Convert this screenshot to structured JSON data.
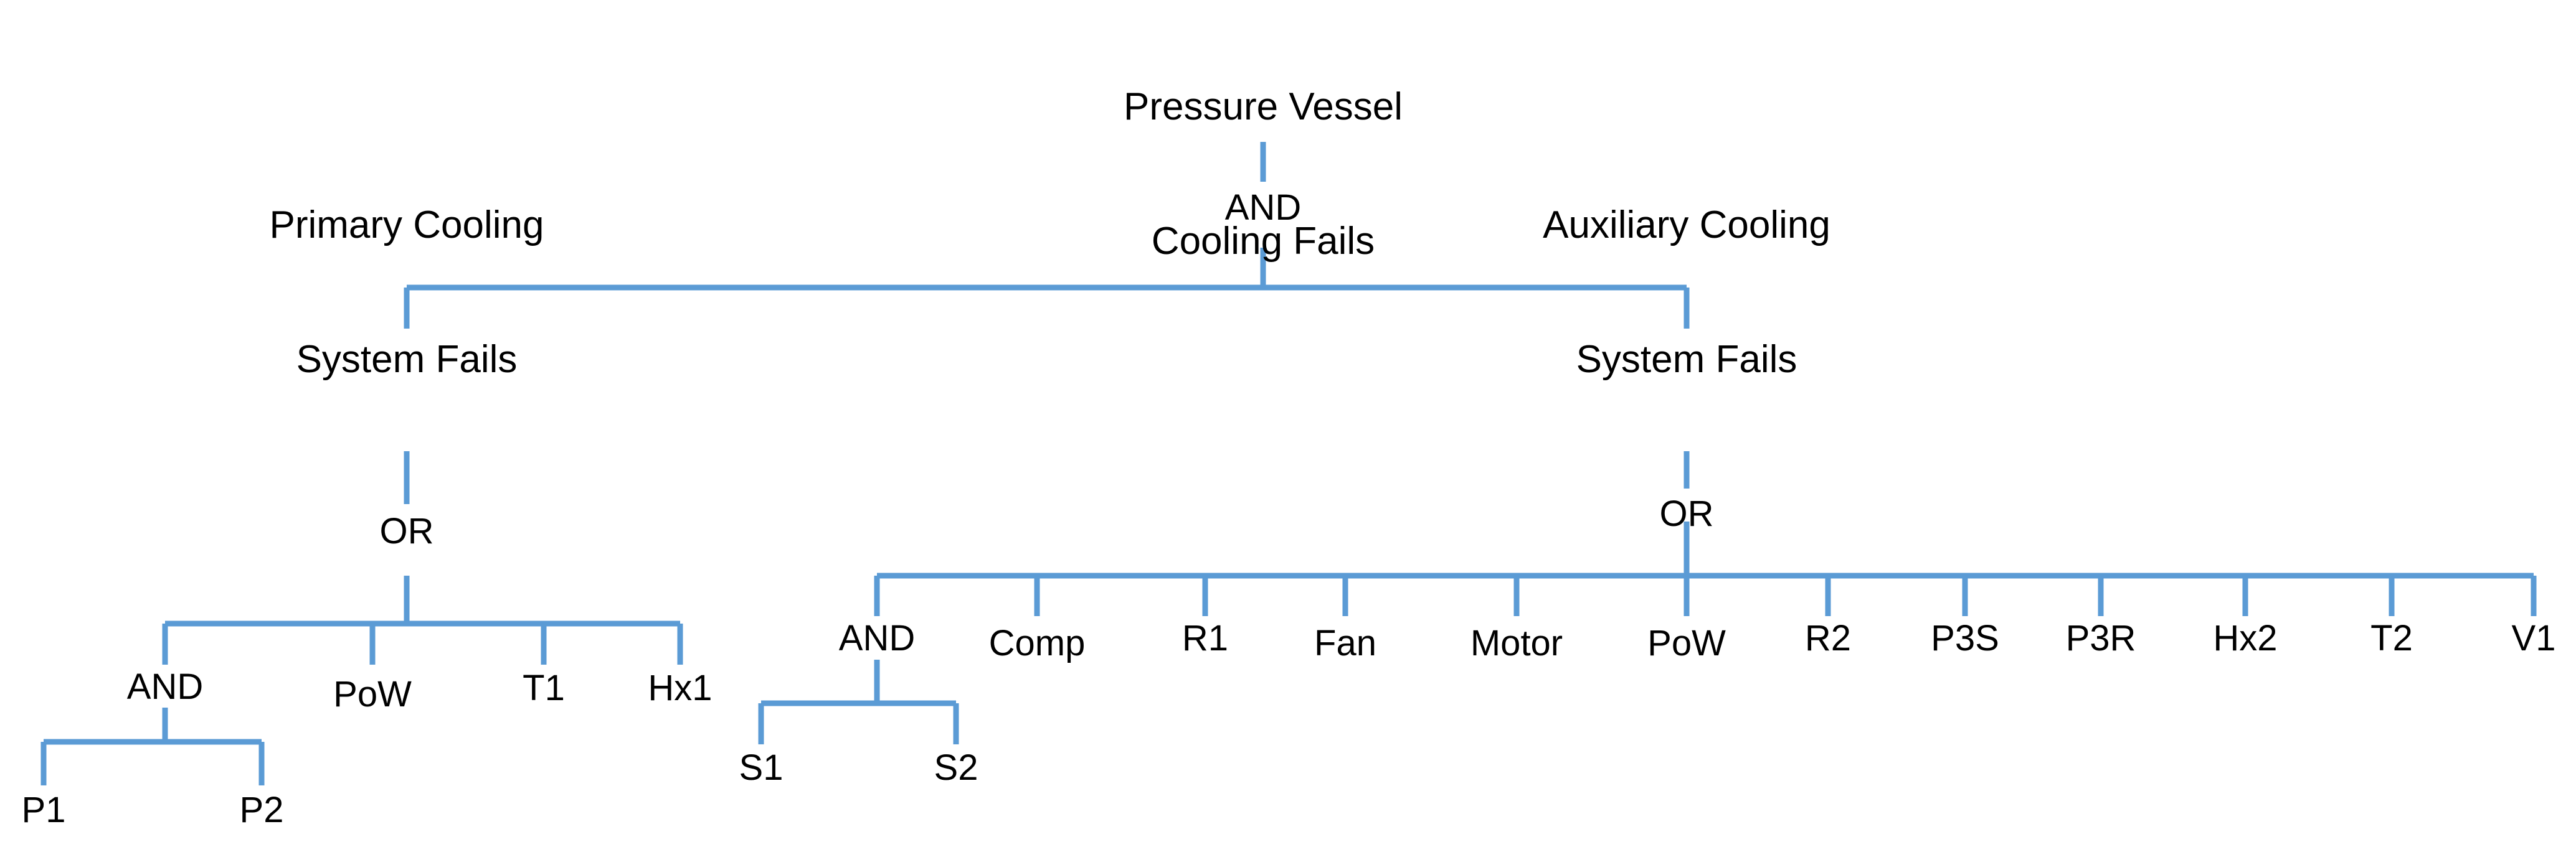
{
  "diagram": {
    "title": "Pressure Vessel Cooling Fails Fault Tree",
    "line_color": "#5B9BD5",
    "text_color": "#000000",
    "background": "#FFFFFF"
  },
  "nodes": {
    "top_event": "Pressure Vessel\nCooling Fails",
    "top_gate": "AND",
    "primary_branch": {
      "label": "Primary Cooling\nSystem Fails",
      "gate": "OR",
      "children": [
        {
          "label": "AND",
          "type": "gate"
        },
        {
          "label": "PoW",
          "type": "basic"
        },
        {
          "label": "T1",
          "type": "basic"
        },
        {
          "label": "Hx1",
          "type": "basic"
        }
      ],
      "and_children": [
        {
          "label": "P1",
          "type": "basic"
        },
        {
          "label": "P2",
          "type": "basic"
        }
      ]
    },
    "auxiliary_branch": {
      "label": "Auxiliary Cooling\nSystem Fails",
      "gate": "OR",
      "children": [
        {
          "label": "AND",
          "type": "gate"
        },
        {
          "label": "Comp",
          "type": "basic"
        },
        {
          "label": "R1",
          "type": "basic"
        },
        {
          "label": "Fan",
          "type": "basic"
        },
        {
          "label": "Motor",
          "type": "basic"
        },
        {
          "label": "PoW",
          "type": "basic"
        },
        {
          "label": "R2",
          "type": "basic"
        },
        {
          "label": "P3S",
          "type": "basic"
        },
        {
          "label": "P3R",
          "type": "basic"
        },
        {
          "label": "Hx2",
          "type": "basic"
        },
        {
          "label": "T2",
          "type": "basic"
        },
        {
          "label": "V1",
          "type": "basic"
        }
      ],
      "and_children": [
        {
          "label": "S1",
          "type": "basic"
        },
        {
          "label": "S2",
          "type": "basic"
        }
      ]
    }
  },
  "labels": {
    "top_event_line1": "Pressure Vessel",
    "top_event_line2": "Cooling Fails",
    "top_gate": "AND",
    "primary_line1": "Primary Cooling",
    "primary_line2": "System Fails",
    "primary_gate": "OR",
    "primary_and": "AND",
    "primary_pow": "PoW",
    "primary_t1": "T1",
    "primary_hx1": "Hx1",
    "p1": "P1",
    "p2": "P2",
    "aux_line1": "Auxiliary Cooling",
    "aux_line2": "System Fails",
    "aux_gate": "OR",
    "aux_and": "AND",
    "aux_comp": "Comp",
    "aux_r1": "R1",
    "aux_fan": "Fan",
    "aux_motor": "Motor",
    "aux_pow": "PoW",
    "aux_r2": "R2",
    "aux_p3s": "P3S",
    "aux_p3r": "P3R",
    "aux_hx2": "Hx2",
    "aux_t2": "T2",
    "aux_v1": "V1",
    "s1": "S1",
    "s2": "S2"
  }
}
